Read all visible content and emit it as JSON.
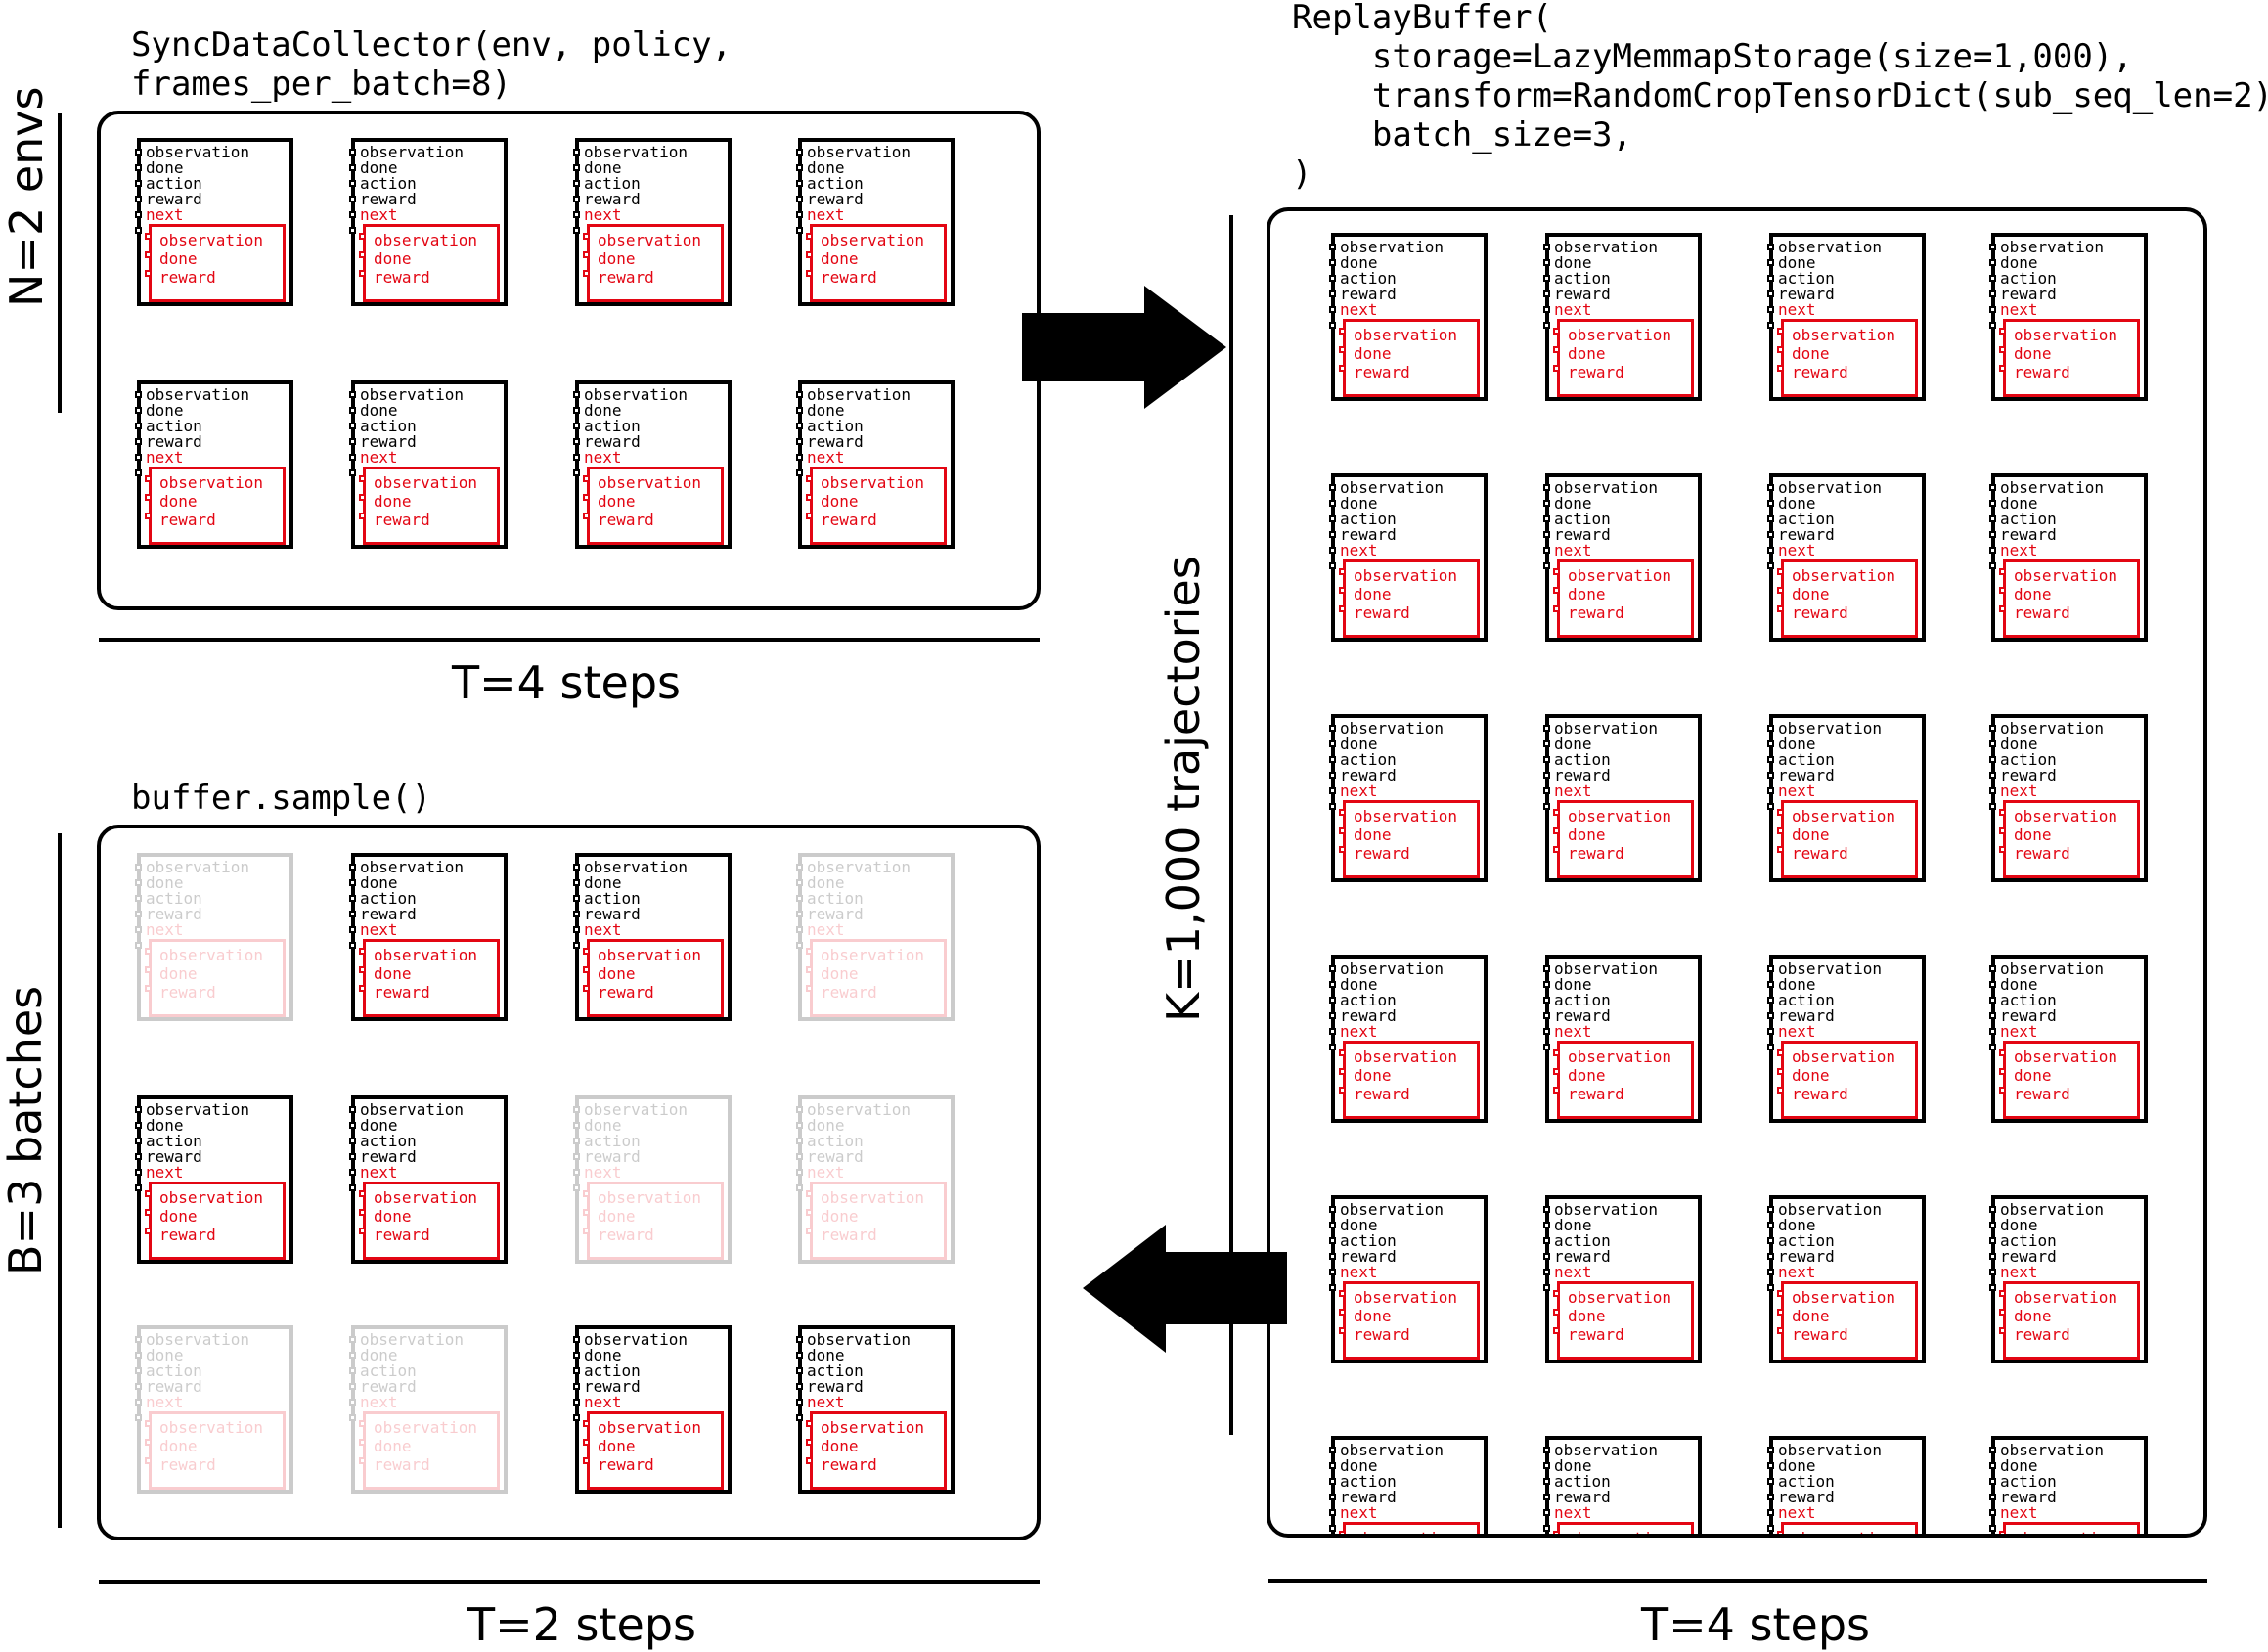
{
  "collector": {
    "code_line1": "SyncDataCollector(env, policy,",
    "code_line2": "frames_per_batch=8)",
    "env_label": "N=2 envs",
    "steps_label": "T=4 steps"
  },
  "replay_buffer": {
    "code_line1": "ReplayBuffer(",
    "code_line2": "    storage=LazyMemmapStorage(size=1,000),",
    "code_line3": "    transform=RandomCropTensorDict(sub_seq_len=2),",
    "code_line4": "    batch_size=3,",
    "code_line5": ")",
    "traj_label": "K=1,000 trajectories",
    "steps_label": "T=4 steps"
  },
  "sample": {
    "code_line1": "buffer.sample()",
    "batch_label": "B=3 batches",
    "steps_label": "T=2 steps"
  },
  "tensordict_keys": {
    "observation": "observation",
    "done": "done",
    "action": "action",
    "reward": "reward",
    "next": "next",
    "next_observation": "observation",
    "next_done": "done",
    "next_reward": "reward"
  },
  "colors": {
    "nested": "#e30613",
    "outline": "#000000"
  }
}
